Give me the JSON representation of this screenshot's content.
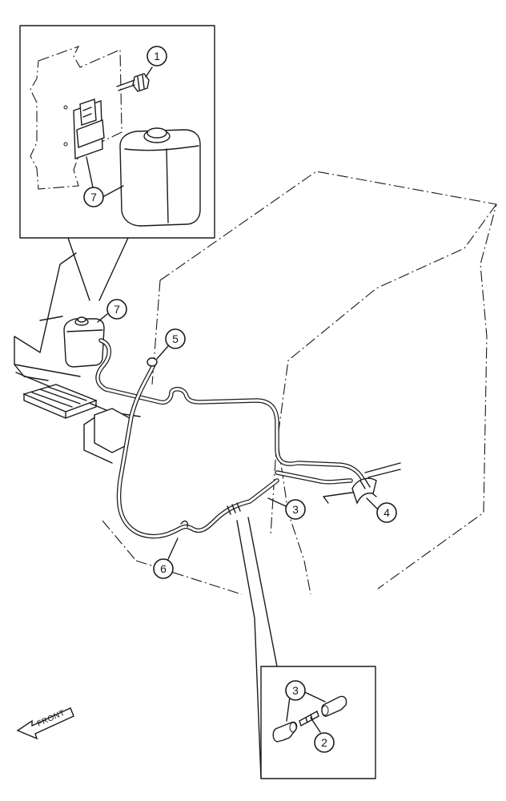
{
  "callouts": {
    "c1": "1",
    "c7_inset": "7",
    "c7_main": "7",
    "c5": "5",
    "c3_main": "3",
    "c4": "4",
    "c6": "6",
    "c3_inset": "3",
    "c2": "2"
  },
  "direction_label": "FRONT"
}
